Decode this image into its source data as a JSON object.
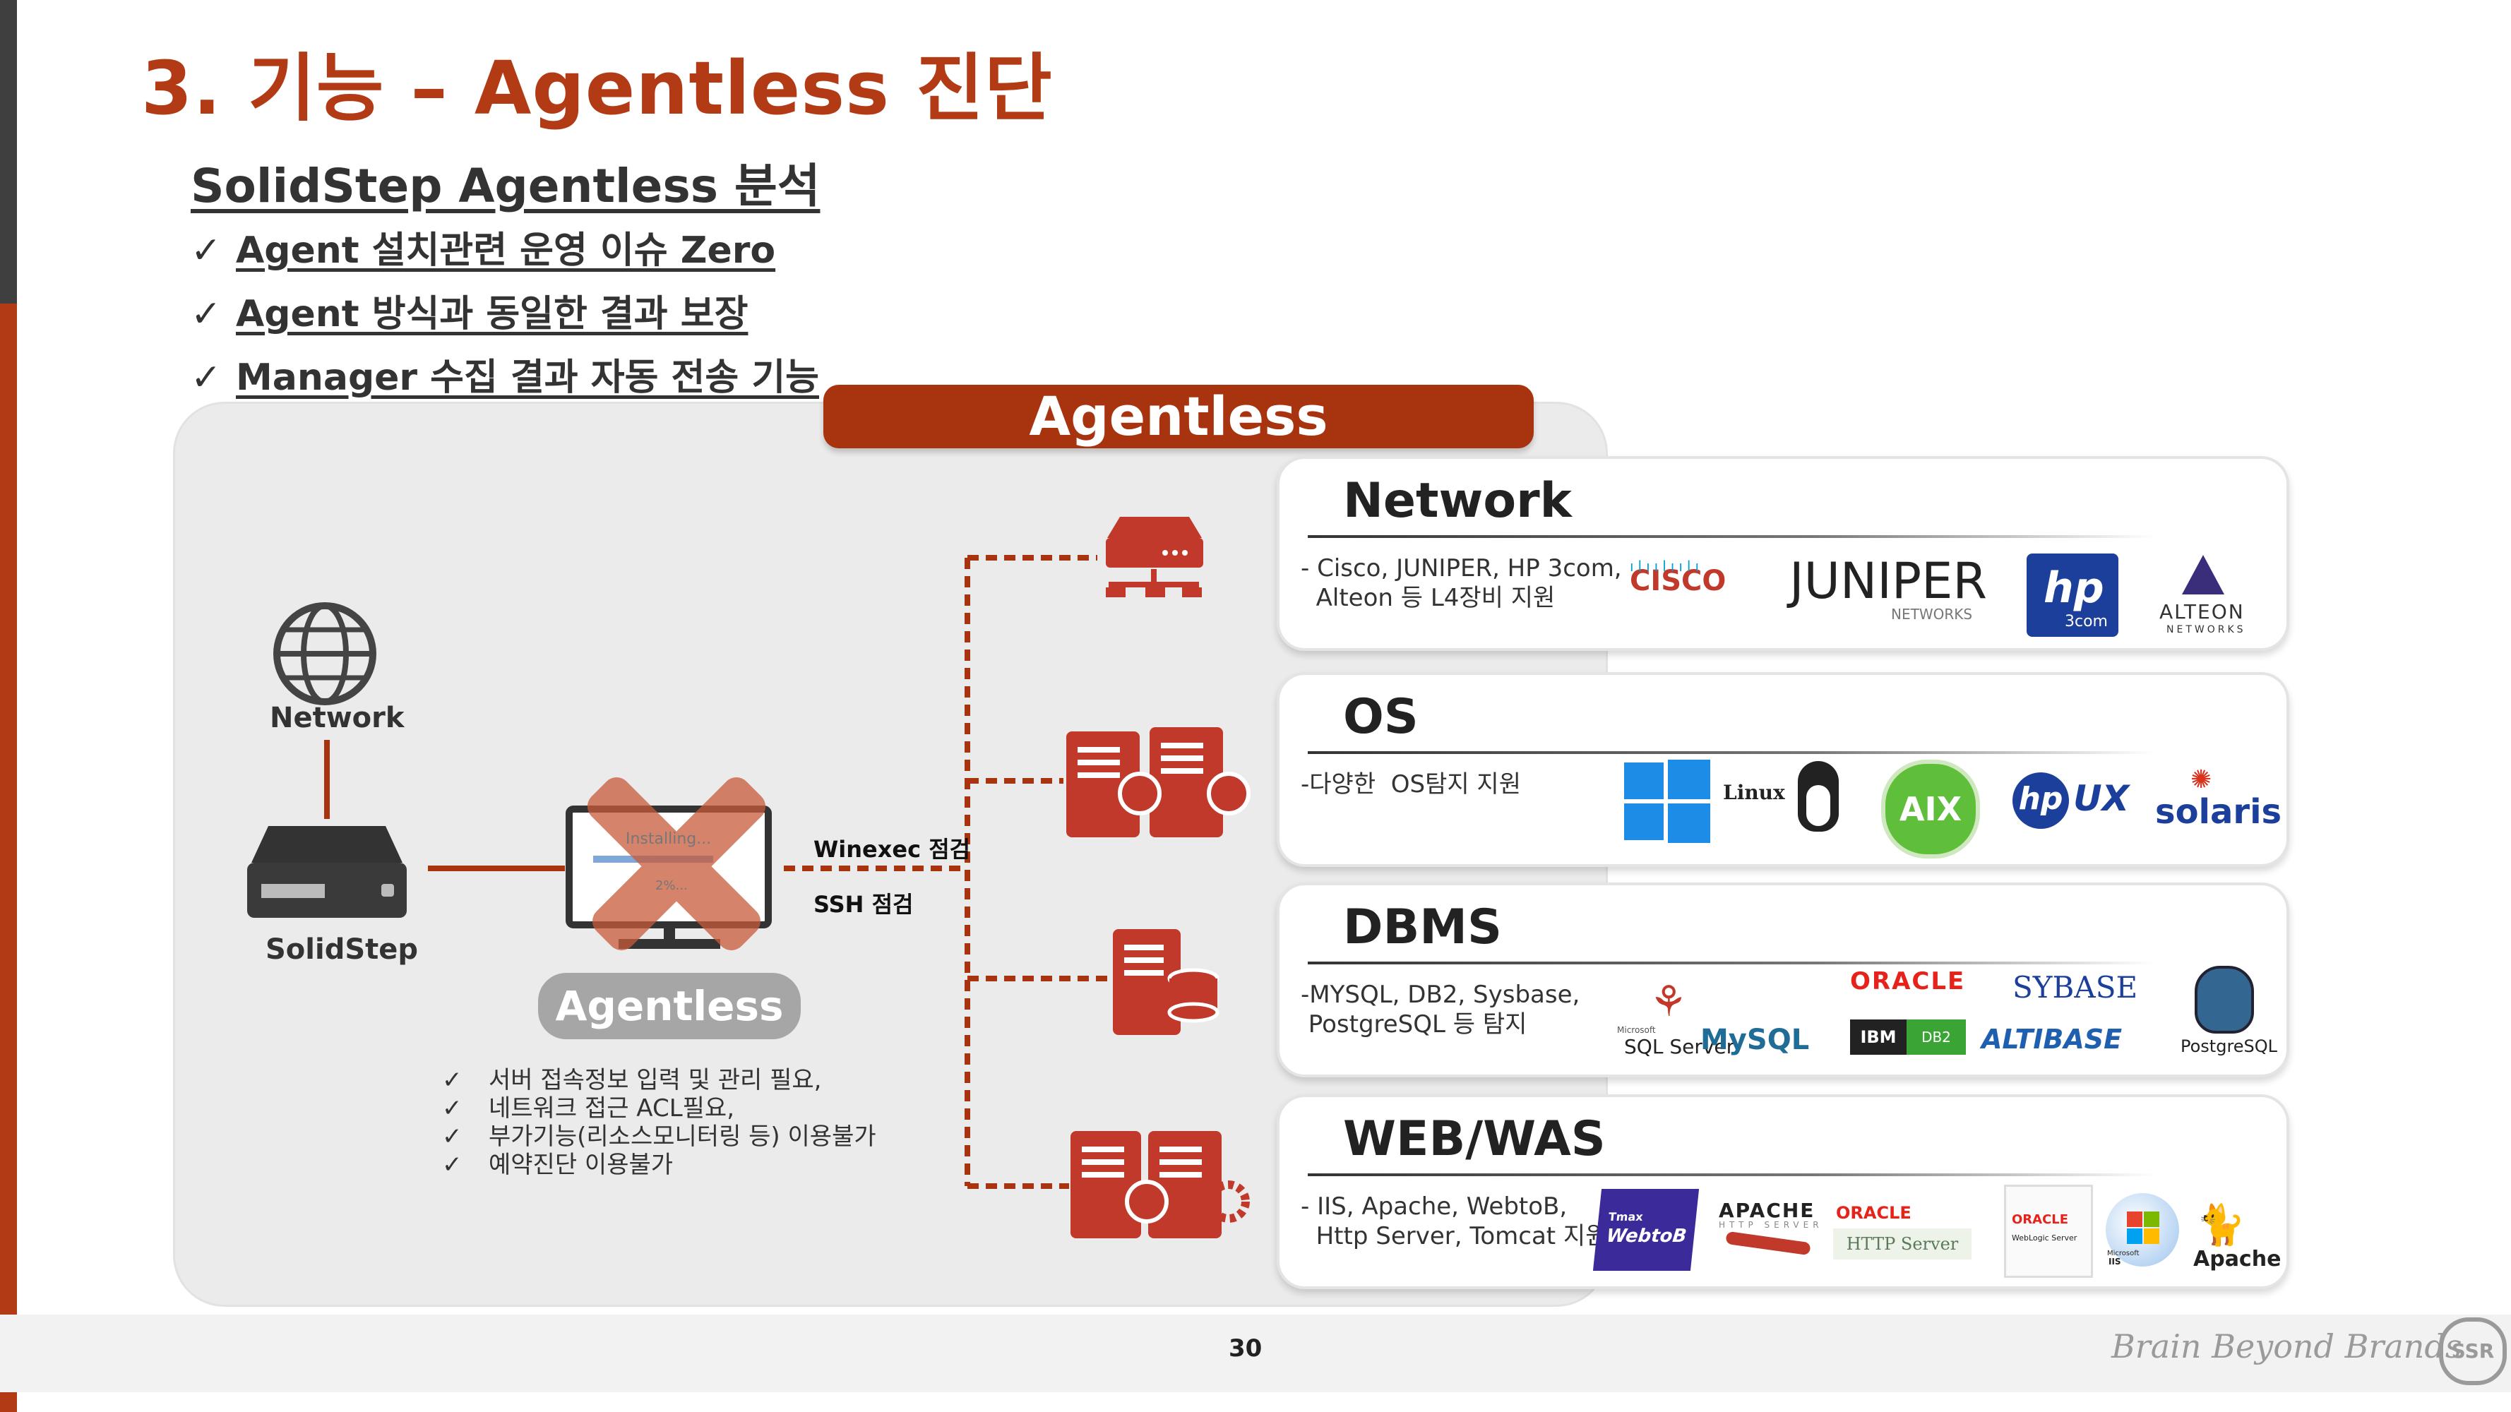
{
  "page": {
    "title": "3. 기능 – Agentless 진단",
    "subtitle": "SolidStep Agentless 분석",
    "checks": [
      "Agent 설치관련 운영 이슈 Zero",
      "Agent 방식과 동일한 결과 보장",
      "Manager 수집 결과 자동 전송 기능"
    ],
    "check_mark": "✓"
  },
  "banner": {
    "label": "Agentless"
  },
  "left": {
    "network_label": "Network",
    "solidstep_label": "SolidStep",
    "installing_text": "Installing...",
    "installing_sub": "2%...",
    "agentless_pill": "Agentless",
    "issues": [
      "서버 접속정보 입력 및 관리 필요,",
      "네트워크 접근 ACL필요,",
      "부가기능(리소스모니터링 등) 이용불가",
      "예약진단 이용불가"
    ],
    "winexec_label": "Winexec 점검",
    "ssh_label": "SSH 점검"
  },
  "cards": {
    "network": {
      "title": "Network",
      "desc": "- Cisco, JUNIPER, HP 3com,\n  Alteon 등 L4장비 지원",
      "logos": [
        "CISCO",
        "JUNIPER",
        "NETWORKS",
        "hp",
        "3com",
        "ALTEON",
        "NETWORKS"
      ]
    },
    "os": {
      "title": "OS",
      "desc": "-다양한  OS탐지 지원",
      "logos": [
        "Linux",
        "AIX",
        "hp",
        "UX",
        "solaris"
      ]
    },
    "dbms": {
      "title": "DBMS",
      "desc": "-MYSQL, DB2, Sysbase,\n PostgreSQL 등 탐지",
      "logos": [
        "Microsoft",
        "SQL Server",
        "MySQL",
        "ORACLE",
        "IBM",
        "DB2",
        "SYBASE",
        "ALTIBASE",
        "PostgreSQL"
      ]
    },
    "web": {
      "title": "WEB/WAS",
      "desc": "- IIS, Apache, WebtoB,\n  Http Server, Tomcat 지원",
      "logos": [
        "Tmax",
        "WebtoB",
        "APACHE",
        "HTTP SERVER",
        "ORACLE",
        "HTTP Server",
        "ORACLE",
        "WebLogic Server",
        "Microsoft",
        "IIS",
        "Apache"
      ]
    }
  },
  "footer": {
    "page_number": "30",
    "brand": "Brain Beyond Brands",
    "logo": "SSR"
  },
  "colors": {
    "accent": "#b23a14",
    "banner": "#a8330f",
    "icon_red": "#c0392b",
    "dark_bar": "#3f3f3f"
  }
}
